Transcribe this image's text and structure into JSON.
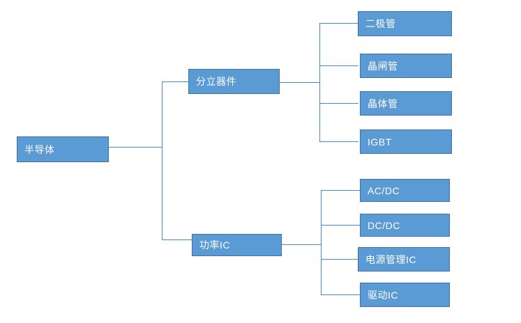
{
  "diagram": {
    "type": "tree",
    "title": "",
    "orientation": "left-to-right",
    "colors": {
      "node_fill": "#5b9bd5",
      "node_border": "#41719c",
      "node_text": "#ffffff",
      "connector": "#4a89c8",
      "background": "#ffffff"
    },
    "root": {
      "label": "半导体"
    },
    "branches": [
      {
        "label": "分立器件",
        "children": [
          {
            "label": "二极管"
          },
          {
            "label": "晶闸管"
          },
          {
            "label": "晶体管"
          },
          {
            "label": "IGBT"
          }
        ]
      },
      {
        "label": "功率IC",
        "children": [
          {
            "label": "AC/DC"
          },
          {
            "label": "DC/DC"
          },
          {
            "label": "电源管理IC"
          },
          {
            "label": "驱动IC"
          }
        ]
      }
    ]
  }
}
